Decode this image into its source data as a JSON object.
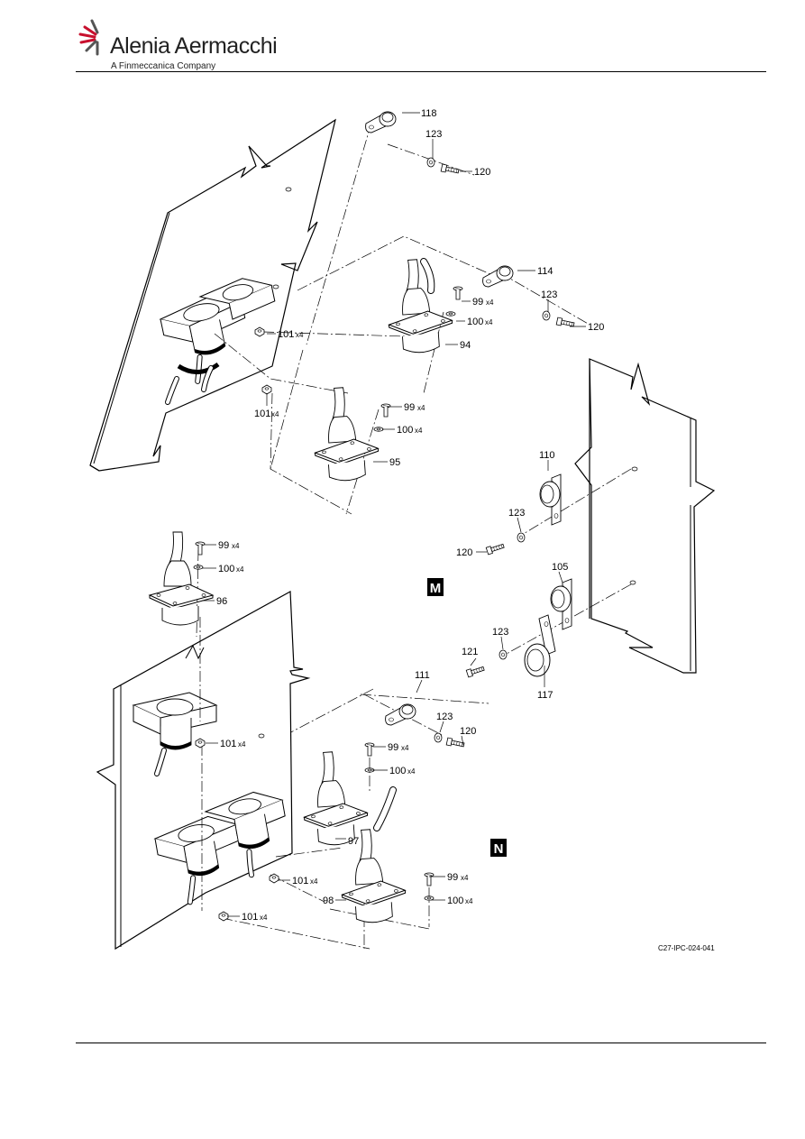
{
  "header": {
    "brand": "Alenia Aermacchi",
    "tagline": "A Finmeccanica Company"
  },
  "view_labels": {
    "m": "M",
    "n": "N"
  },
  "figure_id": "C27-IPC-024-041",
  "qty_label": "x4",
  "callouts": {
    "c118": "118",
    "c123a": "123",
    "c120a": "120",
    "c114": "114",
    "c99a": "99",
    "c100a": "100",
    "c123b": "123",
    "c120b": "120",
    "c101a": "101",
    "c94": "94",
    "c101b": "101",
    "c99b": "99",
    "c100b": "100",
    "c95": "95",
    "c110": "110",
    "c123c": "123",
    "c120c": "120",
    "c99c": "99",
    "c100c": "100",
    "c96": "96",
    "c105": "105",
    "c123d": "123",
    "c121": "121",
    "c117": "117",
    "c111": "111",
    "c123e": "123",
    "c120d": "120",
    "c101c": "101",
    "c99d": "99",
    "c100d": "100",
    "c97": "97",
    "c101d": "101",
    "c99e": "99",
    "c100e": "100",
    "c98": "98",
    "c101e": "101"
  }
}
